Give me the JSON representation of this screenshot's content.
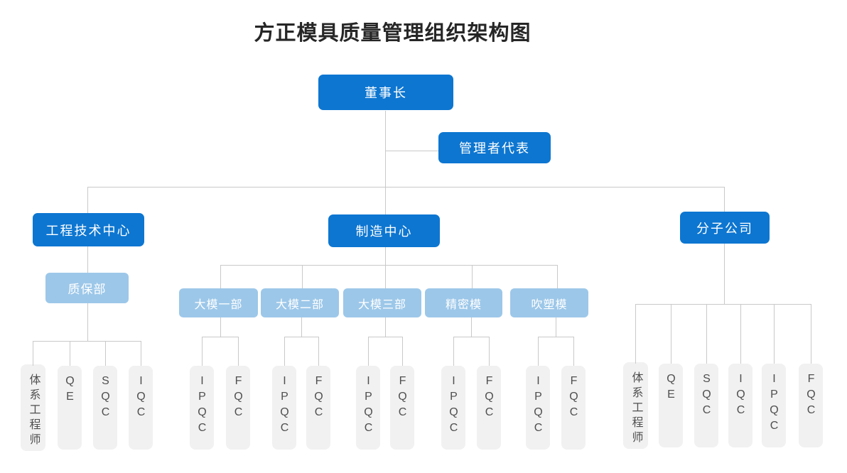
{
  "title": "方正模具质量管理组织架构图",
  "org": {
    "chairman": "董事长",
    "management_rep": "管理者代表",
    "branches": {
      "engineering": {
        "label": "工程技术中心",
        "qa_dept": "质保部",
        "staff": [
          "体系工程师",
          "QE",
          "SQC",
          "IQC"
        ]
      },
      "manufacturing": {
        "label": "制造中心",
        "departments": [
          {
            "label": "大模一部",
            "children": [
              "IPQC",
              "FQC"
            ]
          },
          {
            "label": "大模二部",
            "children": [
              "IPQC",
              "FQC"
            ]
          },
          {
            "label": "大模三部",
            "children": [
              "IPQC",
              "FQC"
            ]
          },
          {
            "label": "精密模",
            "children": [
              "IPQC",
              "FQC"
            ]
          },
          {
            "label": "吹塑模",
            "children": [
              "IPQC",
              "FQC"
            ]
          }
        ]
      },
      "subsidiary": {
        "label": "分子公司",
        "staff": [
          "体系工程师",
          "QE",
          "SQC",
          "IQC",
          "IPQC",
          "FQC"
        ]
      }
    }
  },
  "colors": {
    "primary_blue": "#0d76d1",
    "light_blue": "#9cc7e9",
    "box_gray": "#f1f1f1",
    "line_gray": "#c9c9c9",
    "title_text": "#262626",
    "staff_text": "#4f4f4f"
  }
}
